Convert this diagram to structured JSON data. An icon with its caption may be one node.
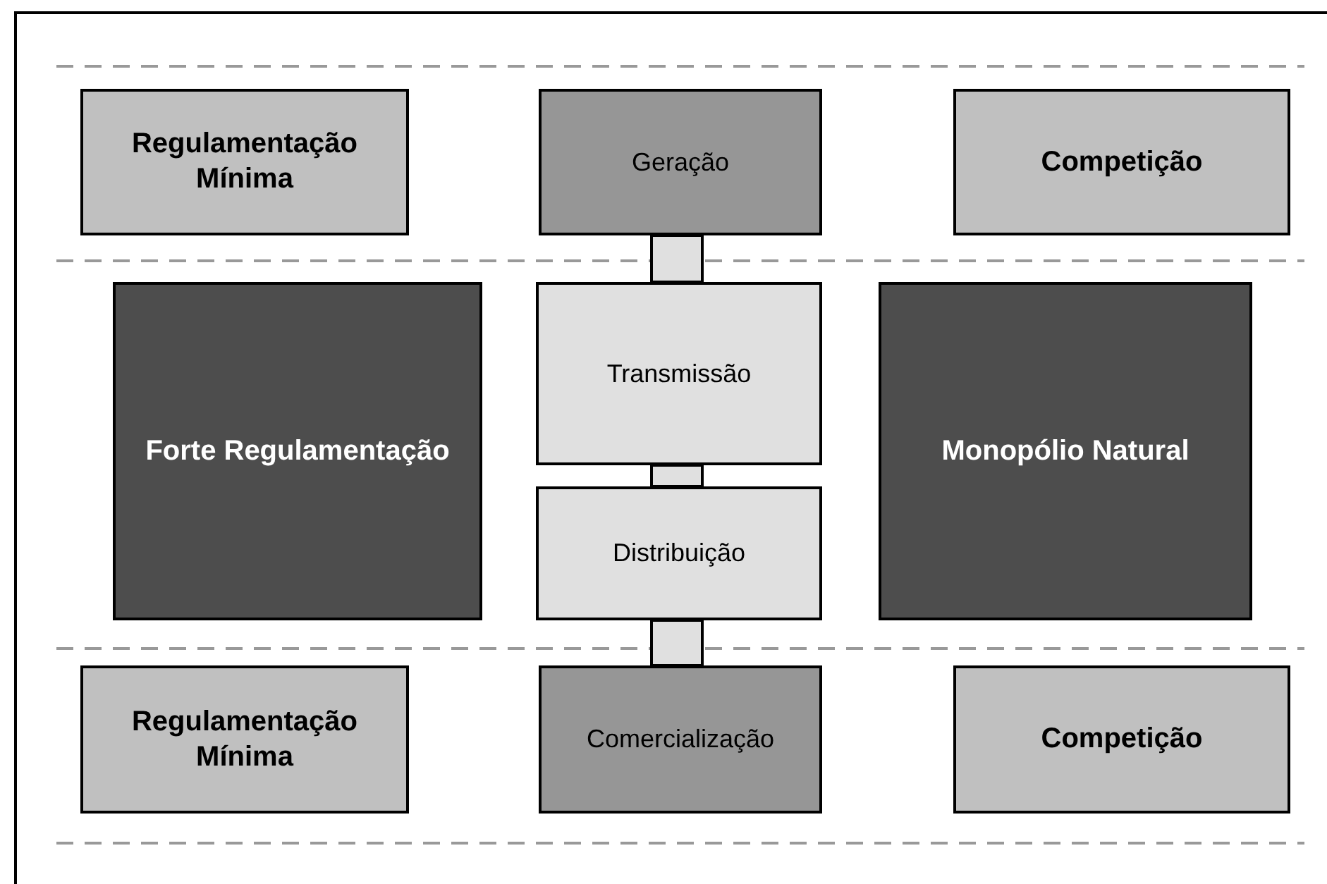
{
  "diagram": {
    "nodes": [
      {
        "text": [
          "Regulamentação Mínima"
        ]
      },
      {
        "text": [
          "Geração"
        ]
      },
      {
        "text": [
          "Competição"
        ]
      },
      {
        "text": [
          "Forte Regulamentação"
        ]
      },
      {
        "text": [
          "Transmissão"
        ]
      },
      {
        "text": [
          "Distribuição"
        ]
      },
      {
        "text": [
          "Monopólio Natural"
        ]
      },
      {
        "text": [
          "Regulamentação Mínima"
        ]
      },
      {
        "text": [
          "Comercialização"
        ]
      },
      {
        "text": [
          "Competição"
        ]
      }
    ],
    "edges": [
      {
        "from": 1,
        "to": 4,
        "arrow": "none",
        "style": "thick"
      },
      {
        "from": 4,
        "to": 5,
        "arrow": "none",
        "style": "thick"
      },
      {
        "from": 5,
        "to": 8,
        "arrow": "none",
        "style": "thick"
      }
    ]
  }
}
